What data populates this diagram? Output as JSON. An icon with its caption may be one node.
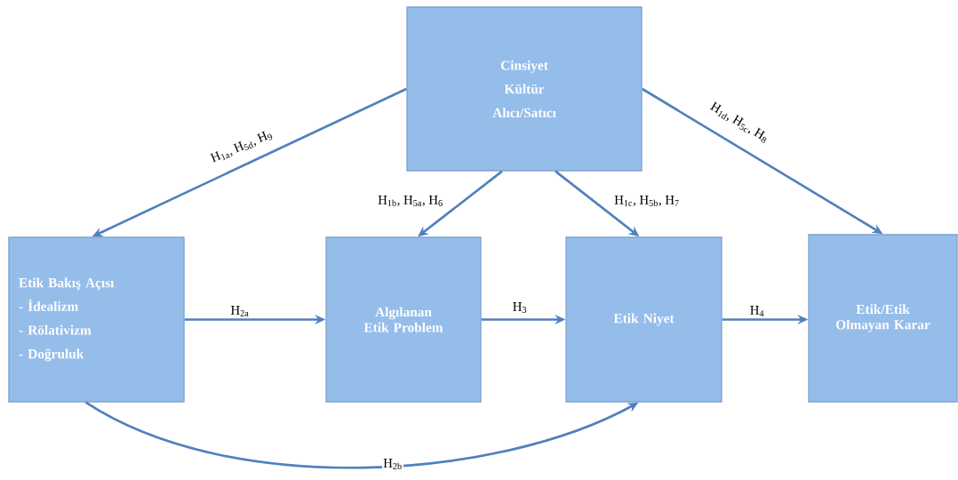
{
  "diagram": {
    "nodes": [
      {
        "text": [
          "Cinsiyet",
          "Kültür",
          "Alıcı/Satıcı"
        ]
      },
      {
        "text": [
          "Etik Bakış Açısı",
          "- İdealizm",
          "- Rölativizm",
          "- Doğruluk"
        ]
      },
      {
        "text": [
          "Algılanan Etik Problem"
        ]
      },
      {
        "text": [
          "Etik Niyet"
        ]
      },
      {
        "text": [
          "Etik/Etik Olmayan Karar"
        ]
      }
    ],
    "edges": [
      {
        "from": 0,
        "to": 1,
        "arrow": "to",
        "label": "H$_{1a}$, H$_{5d}$, H$_{9}$"
      },
      {
        "from": 0,
        "to": 2,
        "arrow": "to",
        "label": "H$_{1b}$, H$_{5a}$, H$_{6}$"
      },
      {
        "from": 0,
        "to": 3,
        "arrow": "to",
        "label": "H$_{1c}$, H$_{5b}$, H$_{7}$"
      },
      {
        "from": 0,
        "to": 4,
        "arrow": "to",
        "label": "H$_{1d}$, H$_{5c}$, H$_{8}$"
      },
      {
        "from": 1,
        "to": 2,
        "arrow": "to",
        "label": "H$_{2a}$"
      },
      {
        "from": 2,
        "to": 3,
        "arrow": "to",
        "label": "H$_{3}$"
      },
      {
        "from": 3,
        "to": 4,
        "arrow": "to",
        "label": "H$_{4}$"
      },
      {
        "from": 1,
        "to": 3,
        "arrow": "to",
        "label": "H$_{2b}$"
      }
    ]
  }
}
